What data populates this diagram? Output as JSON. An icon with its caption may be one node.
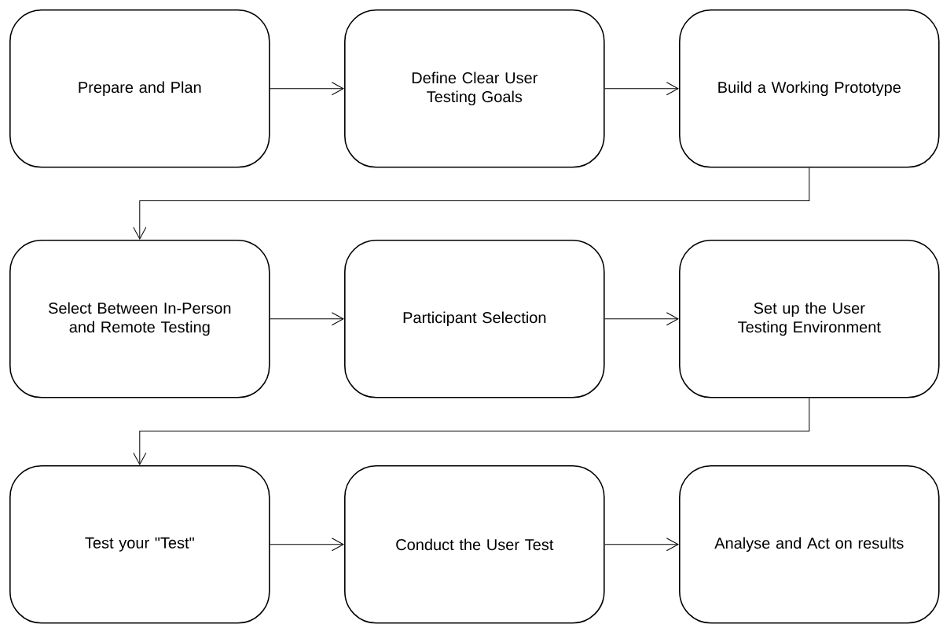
{
  "diagram": {
    "nodes": [
      {
        "text": [
          "Prepare and Plan"
        ]
      },
      {
        "text": [
          "Define Clear User Testing Goals"
        ]
      },
      {
        "text": [
          "Build a Working Prototype"
        ]
      },
      {
        "text": [
          "Select Between In-Person and Remote Testing"
        ]
      },
      {
        "text": [
          "Participant Selection"
        ]
      },
      {
        "text": [
          "Set up the User Testing Environment"
        ]
      },
      {
        "text": [
          "Test your \"Test\""
        ]
      },
      {
        "text": [
          "Conduct the User Test"
        ]
      },
      {
        "text": [
          "Analyse and Act on results"
        ]
      }
    ],
    "edges": [
      {
        "from": 0,
        "to": 1,
        "arrow": "to"
      },
      {
        "from": 1,
        "to": 2,
        "arrow": "to"
      },
      {
        "from": 2,
        "to": 3,
        "arrow": "to"
      },
      {
        "from": 3,
        "to": 4,
        "arrow": "to"
      },
      {
        "from": 4,
        "to": 5,
        "arrow": "to"
      },
      {
        "from": 5,
        "to": 6,
        "arrow": "to"
      },
      {
        "from": 6,
        "to": 7,
        "arrow": "to"
      },
      {
        "from": 7,
        "to": 8,
        "arrow": "to"
      }
    ]
  }
}
